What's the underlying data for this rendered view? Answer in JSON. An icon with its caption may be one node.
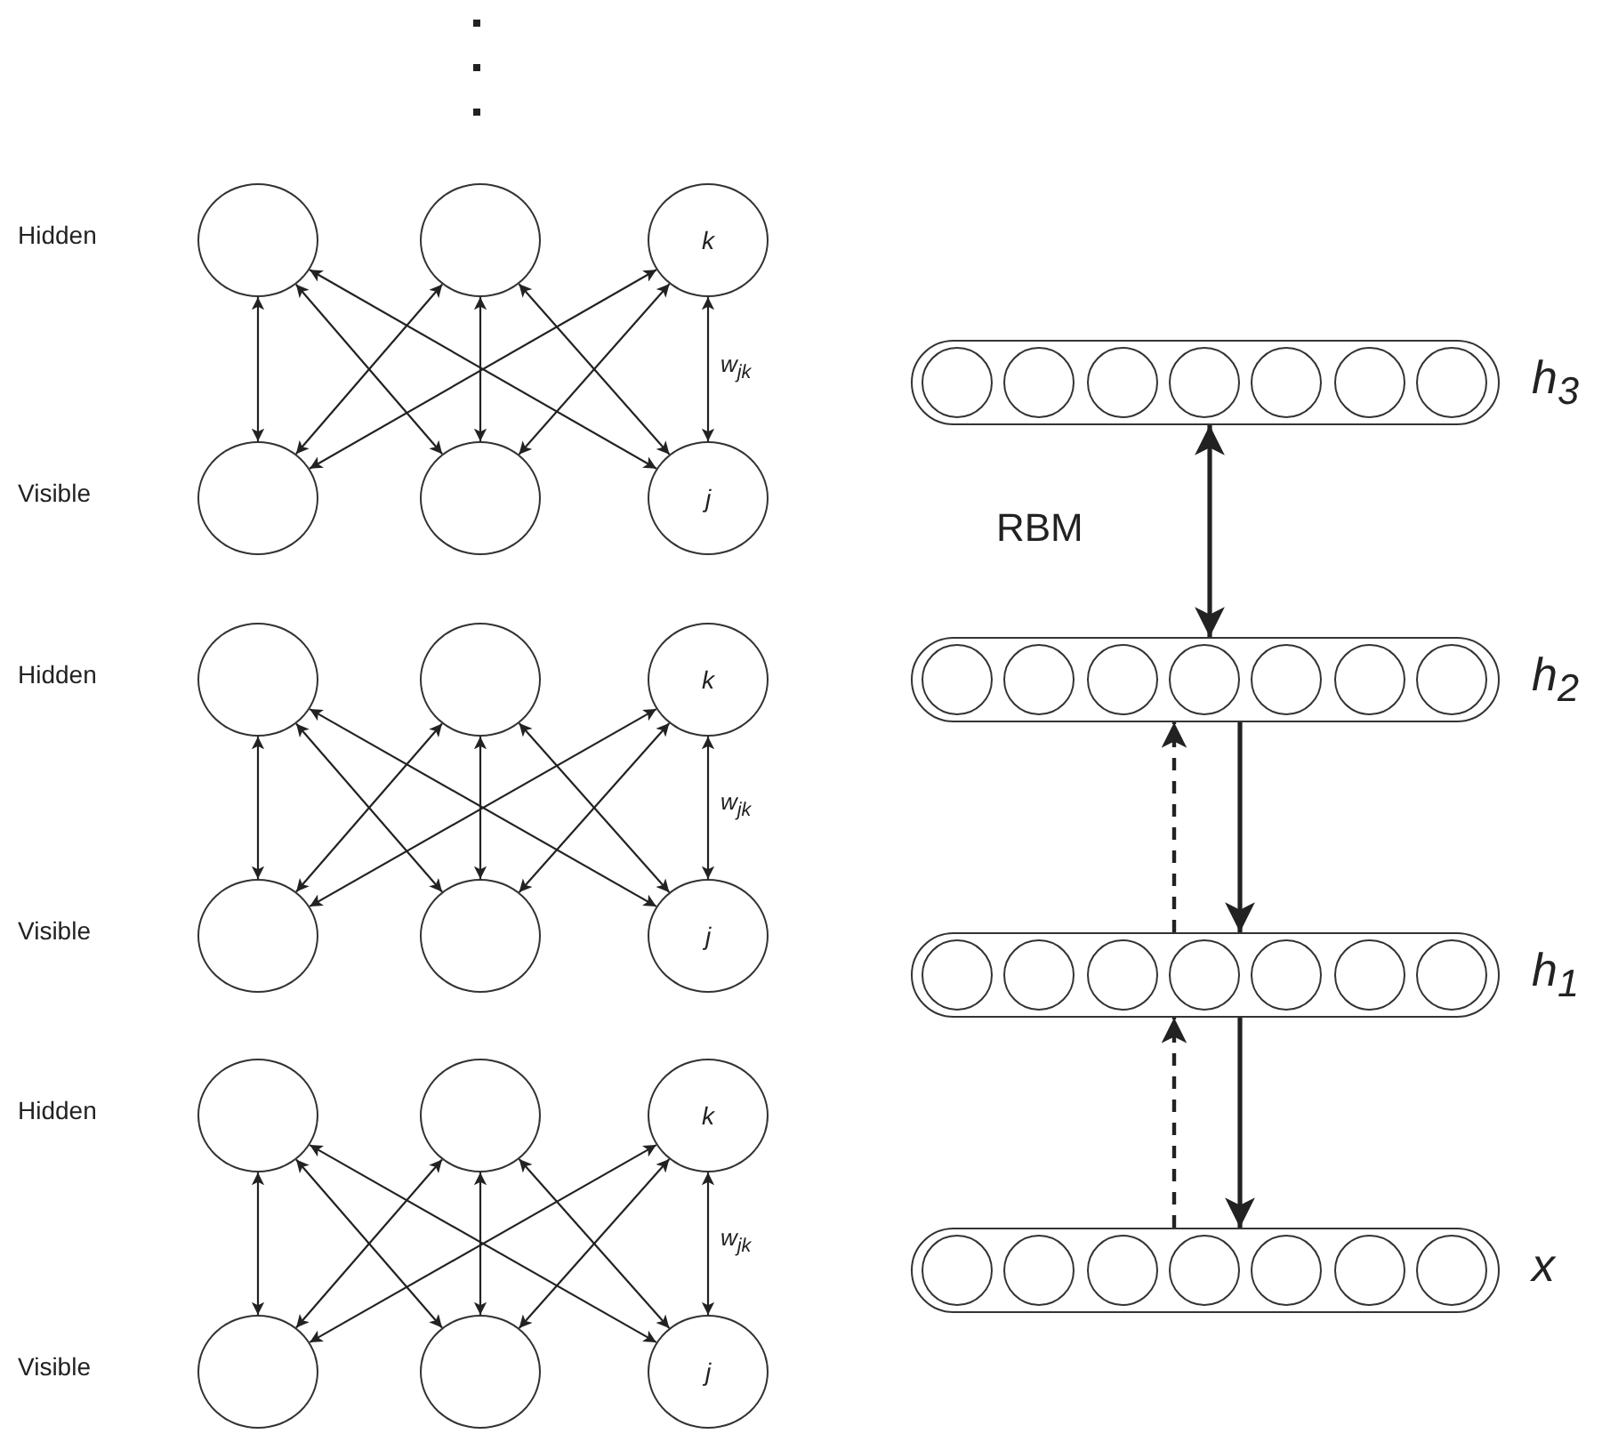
{
  "diagram": {
    "nodes": [
      {
        "text": [],
        "shape": "circle"
      },
      {
        "text": [],
        "shape": "circle"
      },
      {
        "text": [
          "k"
        ]
      },
      {
        "text": [],
        "shape": "circle"
      },
      {
        "text": [],
        "shape": "circle"
      },
      {
        "text": [
          "j"
        ]
      },
      {
        "text": [],
        "shape": "circle"
      },
      {
        "text": [],
        "shape": "circle"
      },
      {
        "text": [
          "k"
        ]
      },
      {
        "text": [],
        "shape": "circle"
      },
      {
        "text": [],
        "shape": "circle"
      },
      {
        "text": [
          "j"
        ]
      },
      {
        "text": [],
        "shape": "circle"
      },
      {
        "text": [],
        "shape": "circle"
      },
      {
        "text": [
          "k"
        ]
      },
      {
        "text": [],
        "shape": "circle"
      },
      {
        "text": [],
        "shape": "circle"
      },
      {
        "text": [
          "j"
        ]
      },
      {
        "text": [],
        "shape": "box",
        "beside": [
          "h$_{3}$"
        ]
      },
      {
        "text": [],
        "shape": "circle",
        "in": 18
      },
      {
        "text": [],
        "shape": "circle",
        "in": 18
      },
      {
        "text": [],
        "shape": "circle",
        "in": 18
      },
      {
        "text": [],
        "shape": "circle",
        "in": 18
      },
      {
        "text": [],
        "shape": "circle",
        "in": 18
      },
      {
        "text": [],
        "shape": "circle",
        "in": 18
      },
      {
        "text": [],
        "shape": "circle",
        "in": 18
      },
      {
        "text": [],
        "shape": "box",
        "beside": [
          "h$_{2}$"
        ]
      },
      {
        "text": [],
        "shape": "circle",
        "in": 26
      },
      {
        "text": [],
        "shape": "circle",
        "in": 26
      },
      {
        "text": [],
        "shape": "circle",
        "in": 26
      },
      {
        "text": [],
        "shape": "circle",
        "in": 26
      },
      {
        "text": [],
        "shape": "circle",
        "in": 26
      },
      {
        "text": [],
        "shape": "circle",
        "in": 26
      },
      {
        "text": [],
        "shape": "circle",
        "in": 26
      },
      {
        "text": [],
        "shape": "box",
        "beside": [
          "h$_{1}$"
        ]
      },
      {
        "text": [],
        "shape": "circle",
        "in": 34
      },
      {
        "text": [],
        "shape": "circle",
        "in": 34
      },
      {
        "text": [],
        "shape": "circle",
        "in": 34
      },
      {
        "text": [],
        "shape": "circle",
        "in": 34
      },
      {
        "text": [],
        "shape": "circle",
        "in": 34
      },
      {
        "text": [],
        "shape": "circle",
        "in": 34
      },
      {
        "text": [],
        "shape": "circle",
        "in": 34
      },
      {
        "text": [],
        "shape": "box",
        "beside": [
          "x"
        ]
      },
      {
        "text": [],
        "shape": "circle",
        "in": 42
      },
      {
        "text": [],
        "shape": "circle",
        "in": 42
      },
      {
        "text": [],
        "shape": "circle",
        "in": 42
      },
      {
        "text": [],
        "shape": "circle",
        "in": 42
      },
      {
        "text": [],
        "shape": "circle",
        "in": 42
      },
      {
        "text": [],
        "shape": "circle",
        "in": 42
      },
      {
        "text": [],
        "shape": "circle",
        "in": 42
      }
    ],
    "edges": [
      {
        "from": 0,
        "to": 3,
        "arrow": "both"
      },
      {
        "from": 0,
        "to": 4,
        "arrow": "both"
      },
      {
        "from": 0,
        "to": 5,
        "arrow": "both"
      },
      {
        "from": 1,
        "to": 3,
        "arrow": "both"
      },
      {
        "from": 1,
        "to": 4,
        "arrow": "both"
      },
      {
        "from": 1,
        "to": 5,
        "arrow": "both"
      },
      {
        "from": 2,
        "to": 3,
        "arrow": "both"
      },
      {
        "from": 2,
        "to": 4,
        "arrow": "both"
      },
      {
        "from": 2,
        "to": 5,
        "label": "w$_{jk}$",
        "arrow": "both"
      },
      {
        "from": 6,
        "to": 9,
        "arrow": "both"
      },
      {
        "from": 6,
        "to": 10,
        "arrow": "both"
      },
      {
        "from": 6,
        "to": 11,
        "arrow": "both"
      },
      {
        "from": 7,
        "to": 9,
        "arrow": "both"
      },
      {
        "from": 7,
        "to": 10,
        "arrow": "both"
      },
      {
        "from": 7,
        "to": 11,
        "arrow": "both"
      },
      {
        "from": 8,
        "to": 9,
        "arrow": "both"
      },
      {
        "from": 8,
        "to": 10,
        "arrow": "both"
      },
      {
        "from": 8,
        "to": 11,
        "label": "w$_{jk}$",
        "arrow": "both"
      },
      {
        "from": 12,
        "to": 15,
        "arrow": "both"
      },
      {
        "from": 12,
        "to": 16,
        "arrow": "both"
      },
      {
        "from": 12,
        "to": 17,
        "arrow": "both"
      },
      {
        "from": 13,
        "to": 15,
        "arrow": "both"
      },
      {
        "from": 13,
        "to": 16,
        "arrow": "both"
      },
      {
        "from": 13,
        "to": 17,
        "arrow": "both"
      },
      {
        "from": 14,
        "to": 15,
        "arrow": "both"
      },
      {
        "from": 14,
        "to": 16,
        "arrow": "both"
      },
      {
        "from": 14,
        "to": 17,
        "label": "w$_{jk}$",
        "arrow": "both"
      },
      {
        "from": 18,
        "to": 26,
        "arrow": "both",
        "style": "thick"
      },
      {
        "from": 26,
        "to": 34,
        "arrow": "to",
        "style": "thick"
      },
      {
        "from": 34,
        "to": 26,
        "arrow": "to",
        "style": "dashed"
      },
      {
        "from": 34,
        "to": 42,
        "arrow": "to",
        "style": "thick"
      },
      {
        "from": 42,
        "to": 34,
        "arrow": "to",
        "style": "dashed"
      }
    ],
    "labels": [
      "Hidden",
      "Visible",
      "RBM",
      "Hidden",
      "Visible",
      "Hidden",
      "Visible"
    ]
  }
}
